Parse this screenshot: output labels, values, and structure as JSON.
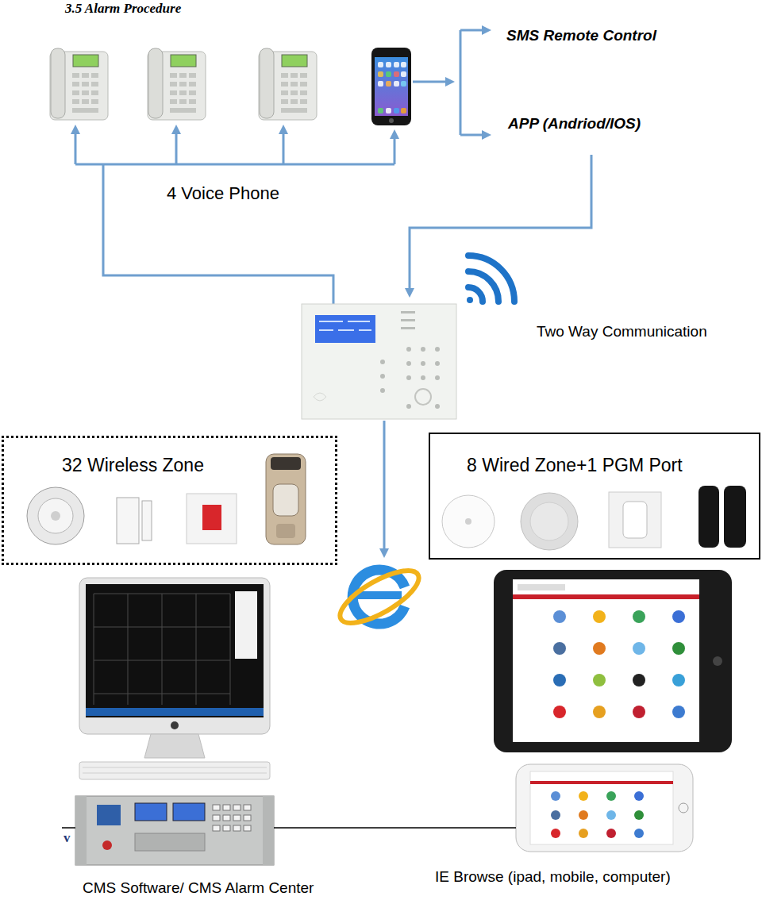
{
  "diagram": {
    "title": "3.5 Alarm Procedure",
    "nodes": [
      {
        "text": [
          "32 Wireless Zone"
        ]
      },
      {
        "text": [
          "8 Wired Zone+1 PGM Port"
        ]
      }
    ],
    "labels": [
      "SMS Remote Control",
      "APP (Andriod/IOS)",
      "4 Voice Phone",
      "Two Way Communication",
      "v",
      "CMS Software/ CMS Alarm Center",
      "IE Browse (ipad, mobile, computer)"
    ]
  }
}
